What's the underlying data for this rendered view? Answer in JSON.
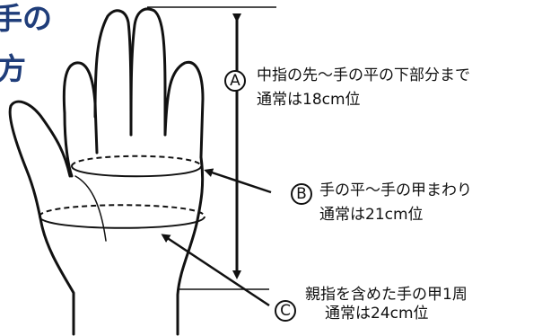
{
  "title": {
    "line1": "手の",
    "line2": "方"
  },
  "measurements": [
    {
      "badge": "A",
      "line1": "中指の先～手の平の下部分まで",
      "line2": "通常は18cm位"
    },
    {
      "badge": "B",
      "line1": "手の平～手の甲まわり",
      "line2": "通常は21cm位"
    },
    {
      "badge": "C",
      "line1": "親指を含めた手の甲1周",
      "line2": "通常は24cm位"
    }
  ],
  "colors": {
    "title": "#1f3d7a",
    "stroke": "#111111"
  }
}
